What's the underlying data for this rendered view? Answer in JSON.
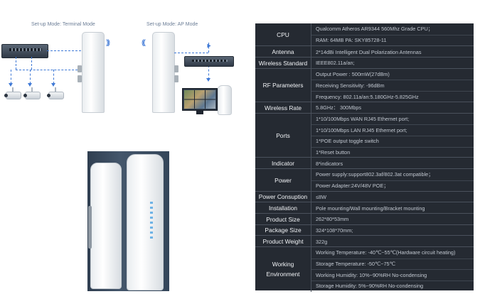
{
  "diagrams": {
    "terminal_mode_label": "Set-up Mode: Terminal Mode",
    "ap_mode_label": "Set-up Mode: AP Mode"
  },
  "specs": [
    {
      "label": "CPU",
      "values": [
        "Qualcomm Atheros AR9344 560Mhz Grade CPU；",
        "RAM: 64MB    PA: SKY85728-11"
      ]
    },
    {
      "label": "Antenna",
      "values": [
        "2*14dBi Intelligent Dual Polarization Antennas"
      ]
    },
    {
      "label": "Wireless Standard",
      "values": [
        "IEEE802.11a/an;"
      ]
    },
    {
      "label": "RF Parameters",
      "values": [
        "Output Power : 500mW(27dBm)",
        "Receiving Sensitivity: -96dBm",
        "Frequency: 802.11a/an:5.180GHz-5.825GHz"
      ]
    },
    {
      "label": "Wireless Rate",
      "values": [
        "5.8GHz：  300Mbps"
      ]
    },
    {
      "label": "Ports",
      "values": [
        "1*10/100Mbps WAN RJ45 Ethernet port;",
        "1*10/100Mbps LAN RJ45 Ethernet port;",
        "1*POE output toggle switch",
        "1*Reset button"
      ]
    },
    {
      "label": "Indicator",
      "values": [
        "8*indicators"
      ]
    },
    {
      "label": "Power",
      "values": [
        "Power supply:support802.3af/802.3at compatible；",
        "Power Adapter:24V/48V POE；"
      ]
    },
    {
      "label": "Power Consuption",
      "values": [
        "≤8W"
      ]
    },
    {
      "label": "Installation",
      "values": [
        "Pole mounting/Wall mounting/Bracket mounting"
      ]
    },
    {
      "label": "Product Size",
      "values": [
        "262*80*53mm"
      ]
    },
    {
      "label": "Package Size",
      "values": [
        "324*108*70mm;"
      ]
    },
    {
      "label": "Product Weight",
      "values": [
        "322g"
      ]
    },
    {
      "label": "Working\nEnvironment",
      "values": [
        "Working Temperature: -40℃~55℃(Hardware circuit heating)",
        "Storage Temperature:  -50℃~75℃",
        "Working Humidity:  10%~90%RH No-condensing",
        "Storage Humidity:  5%~90%RH No-condensing"
      ]
    }
  ]
}
